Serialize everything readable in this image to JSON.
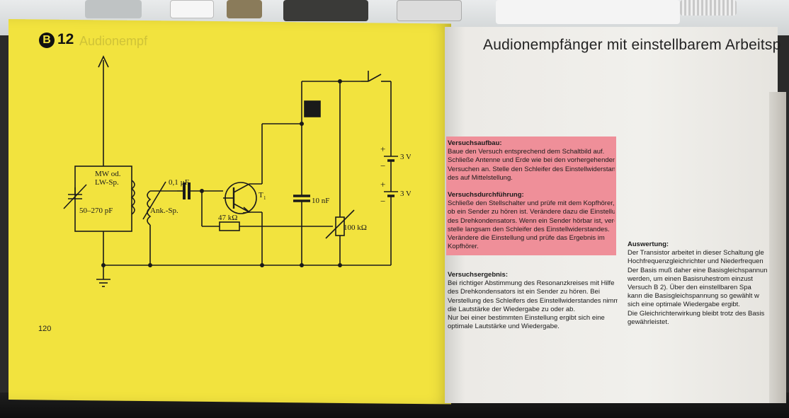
{
  "left_page": {
    "badge_letter": "B",
    "badge_number": "12",
    "ghost_title": "Audionempf",
    "page_number": "120",
    "circuit": {
      "labels": {
        "coil_type": "MW od.",
        "coil_type2": "LW-Sp.",
        "variable_cap": "50–270 pF",
        "coupling_cap": "0,1 µF",
        "antenna_coil": "Ank.-Sp.",
        "transistor": "T",
        "transistor_sub": "1",
        "resistor": "47 kΩ",
        "capacitor2": "10 nF",
        "potentiometer": "100 kΩ",
        "battery1": "3 V",
        "battery2": "3 V",
        "plus1": "+",
        "minus1": "−",
        "plus2": "+",
        "minus2": "−"
      }
    }
  },
  "right_page": {
    "title": "Audionempfänger mit einstellbarem Arbeitsp",
    "setup": {
      "heading": "Versuchsaufbau:",
      "lines": [
        "Baue den Versuch entsprechend dem Schaltbild auf.",
        "Schließe Antenne und Erde wie bei den vorhergehenden",
        "Versuchen an. Stelle den Schleifer des Einstellwiderstan-",
        "des auf Mittelstellung."
      ]
    },
    "procedure": {
      "heading": "Versuchsdurchführung:",
      "lines": [
        "Schließe den Stellschalter und prüfe mit dem Kopfhörer,",
        "ob ein Sender zu hören ist. Verändere dazu die Einstellung",
        "des Drehkondensators. Wenn ein Sender hörbar ist, ver-",
        "stelle langsam den Schleifer des Einstellwiderstandes.",
        "Verändere die Einstellung und prüfe das Ergebnis im",
        "Kopfhörer."
      ]
    },
    "result": {
      "heading": "Versuchsergebnis:",
      "lines": [
        "Bei richtiger Abstimmung des Resonanzkreises mit Hilfe",
        "des Drehkondensators ist ein Sender zu hören. Bei",
        "Verstellung des Schleifers des Einstellwiderstandes nimmt",
        "die Lautstärke der Wiedergabe zu oder ab.",
        "Nur bei einer bestimmten Einstellung ergibt sich eine",
        "optimale Lautstärke und Wiedergabe."
      ]
    },
    "evaluation": {
      "heading": "Auswertung:",
      "lines": [
        "Der Transistor arbeitet in dieser Schaltung gle",
        "Hochfrequenzgleichrichter und Niederfrequen",
        "Der Basis muß daher eine Basisgleichspannun",
        "werden, um einen Basisruhestrom einzust",
        "Versuch B 2). Über den einstellbaren Spa",
        "kann die Basisgleichspannung so gewählt w",
        "sich eine optimale Wiedergabe ergibt.",
        "Die Gleichrichterwirkung bleibt trotz des Basis",
        "gewährleistet."
      ]
    }
  },
  "colors": {
    "page_yellow": "#f2e33e",
    "highlight_pink": "#ef8f99",
    "ink": "#1a1a1a"
  }
}
